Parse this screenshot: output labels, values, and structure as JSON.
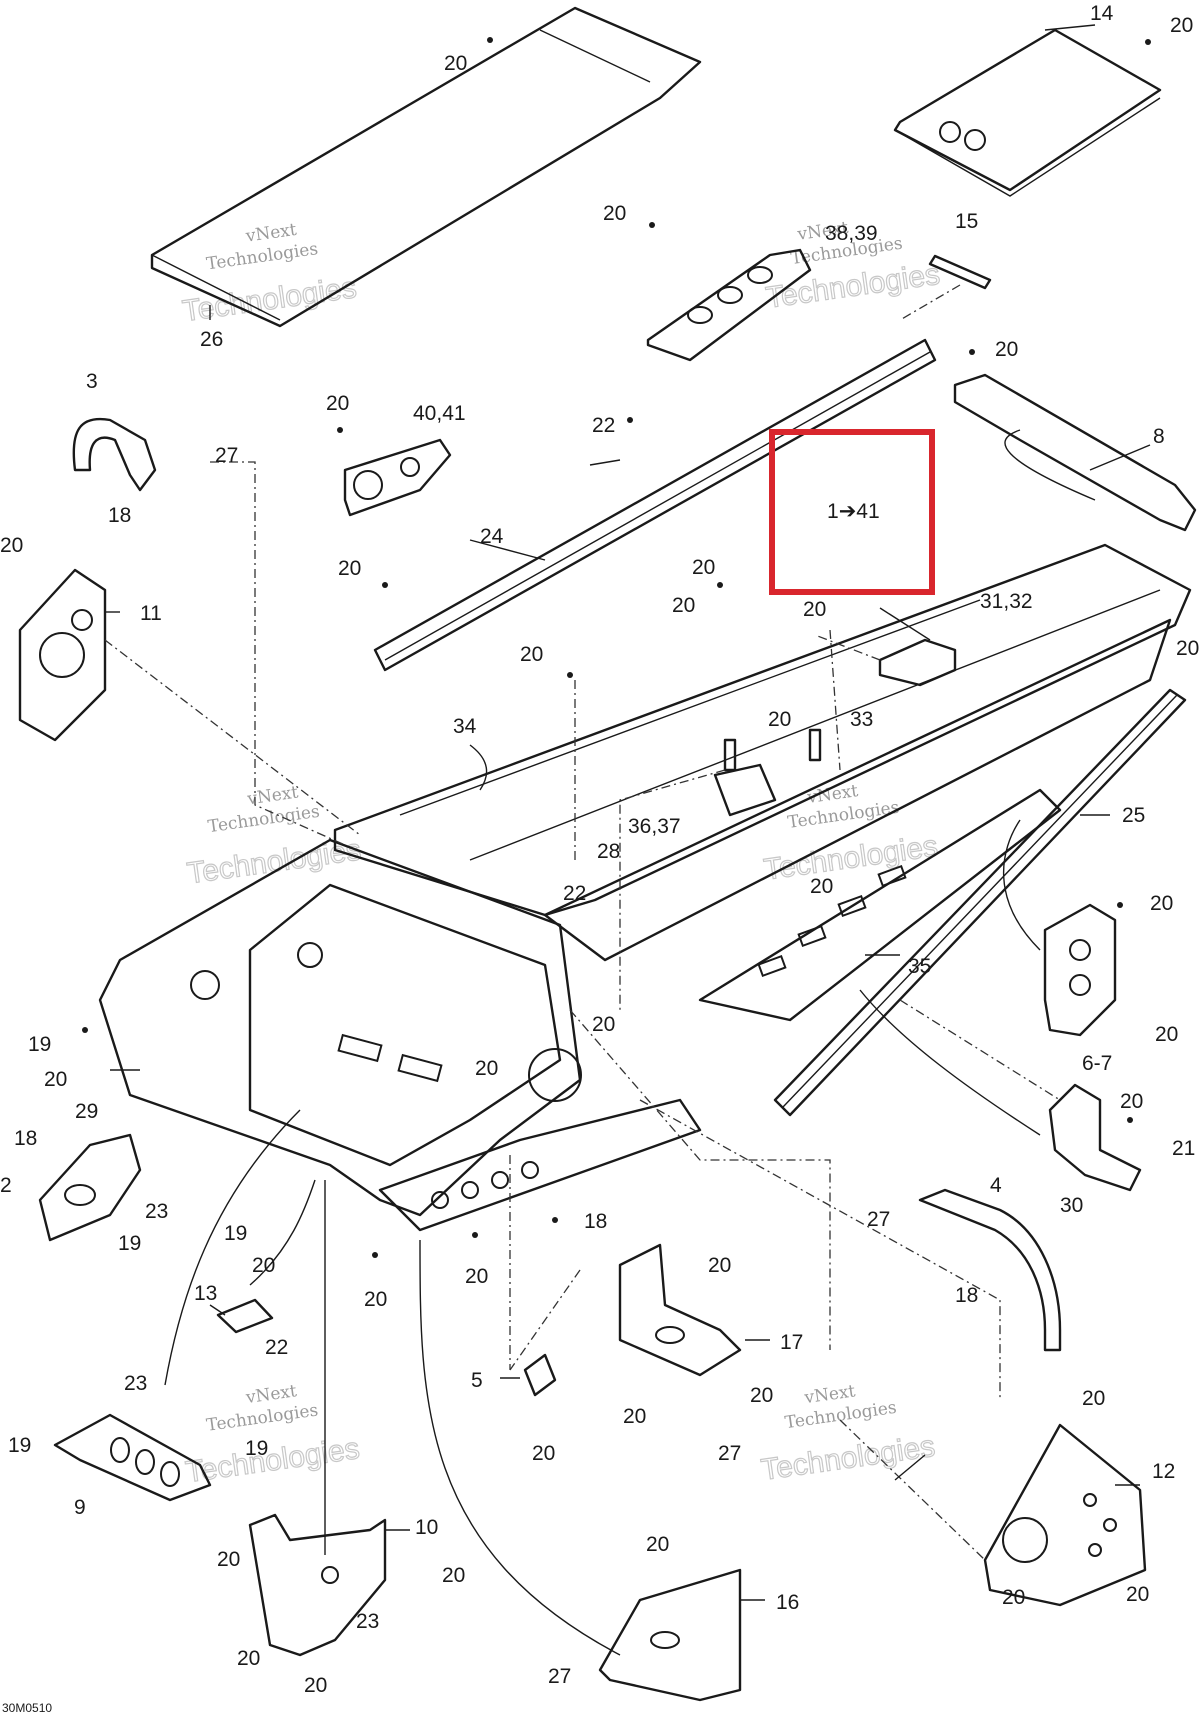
{
  "diagram": {
    "drawing_code": "30M0510",
    "highlight": {
      "label": "1",
      "arrow": "➔",
      "label2": "41",
      "color": "#d9262d"
    },
    "watermark": {
      "line1": "vNext",
      "line2": "Technologies",
      "big": "Technologies"
    },
    "callouts": [
      {
        "id": "c1",
        "text": "20"
      },
      {
        "id": "c2",
        "text": "14"
      },
      {
        "id": "c3",
        "text": "20"
      },
      {
        "id": "c4",
        "text": "20"
      },
      {
        "id": "c5",
        "text": "38,39"
      },
      {
        "id": "c6",
        "text": "15"
      },
      {
        "id": "c7",
        "text": "26"
      },
      {
        "id": "c8",
        "text": "3"
      },
      {
        "id": "c9",
        "text": "20"
      },
      {
        "id": "c10",
        "text": "40,41"
      },
      {
        "id": "c11",
        "text": "20"
      },
      {
        "id": "c12",
        "text": "22"
      },
      {
        "id": "c13",
        "text": "8"
      },
      {
        "id": "c14",
        "text": "27"
      },
      {
        "id": "c15",
        "text": "18"
      },
      {
        "id": "c16",
        "text": "24"
      },
      {
        "id": "c17",
        "text": "20"
      },
      {
        "id": "c18",
        "text": "11"
      },
      {
        "id": "c19",
        "text": "20"
      },
      {
        "id": "c20",
        "text": "20"
      },
      {
        "id": "c21",
        "text": "20"
      },
      {
        "id": "c22",
        "text": "20"
      },
      {
        "id": "c23",
        "text": "31,32"
      },
      {
        "id": "c24",
        "text": "20"
      },
      {
        "id": "c25",
        "text": "20"
      },
      {
        "id": "c26",
        "text": "34"
      },
      {
        "id": "c27",
        "text": "20"
      },
      {
        "id": "c28",
        "text": "33"
      },
      {
        "id": "c29",
        "text": "36,37"
      },
      {
        "id": "c30",
        "text": "25"
      },
      {
        "id": "c31",
        "text": "28"
      },
      {
        "id": "c32",
        "text": "22"
      },
      {
        "id": "c33",
        "text": "20"
      },
      {
        "id": "c34",
        "text": "20"
      },
      {
        "id": "c35",
        "text": "35"
      },
      {
        "id": "c36",
        "text": "20"
      },
      {
        "id": "c37",
        "text": "19"
      },
      {
        "id": "c38",
        "text": "20"
      },
      {
        "id": "c39",
        "text": "20"
      },
      {
        "id": "c40",
        "text": "6-7"
      },
      {
        "id": "c41",
        "text": "20"
      },
      {
        "id": "c42",
        "text": "18"
      },
      {
        "id": "c43",
        "text": "29"
      },
      {
        "id": "c44",
        "text": "20"
      },
      {
        "id": "c45",
        "text": "21"
      },
      {
        "id": "c46",
        "text": "2"
      },
      {
        "id": "c47",
        "text": "23"
      },
      {
        "id": "c48",
        "text": "18"
      },
      {
        "id": "c49",
        "text": "4"
      },
      {
        "id": "c50",
        "text": "27"
      },
      {
        "id": "c51",
        "text": "30"
      },
      {
        "id": "c52",
        "text": "19"
      },
      {
        "id": "c53",
        "text": "19"
      },
      {
        "id": "c54",
        "text": "20"
      },
      {
        "id": "c55",
        "text": "20"
      },
      {
        "id": "c56",
        "text": "20"
      },
      {
        "id": "c57",
        "text": "18"
      },
      {
        "id": "c58",
        "text": "13"
      },
      {
        "id": "c59",
        "text": "20"
      },
      {
        "id": "c60",
        "text": "17"
      },
      {
        "id": "c61",
        "text": "22"
      },
      {
        "id": "c62",
        "text": "5"
      },
      {
        "id": "c63",
        "text": "20"
      },
      {
        "id": "c64",
        "text": "23"
      },
      {
        "id": "c65",
        "text": "20"
      },
      {
        "id": "c66",
        "text": "20"
      },
      {
        "id": "c67",
        "text": "19"
      },
      {
        "id": "c68",
        "text": "19"
      },
      {
        "id": "c69",
        "text": "27"
      },
      {
        "id": "c70",
        "text": "20"
      },
      {
        "id": "c71",
        "text": "9"
      },
      {
        "id": "c72",
        "text": "12"
      },
      {
        "id": "c73",
        "text": "10"
      },
      {
        "id": "c74",
        "text": "20"
      },
      {
        "id": "c75",
        "text": "20"
      },
      {
        "id": "c76",
        "text": "20"
      },
      {
        "id": "c77",
        "text": "20"
      },
      {
        "id": "c78",
        "text": "23"
      },
      {
        "id": "c79",
        "text": "20"
      },
      {
        "id": "c80",
        "text": "16"
      },
      {
        "id": "c81",
        "text": "20"
      },
      {
        "id": "c82",
        "text": "27"
      },
      {
        "id": "c83",
        "text": "20"
      }
    ]
  }
}
